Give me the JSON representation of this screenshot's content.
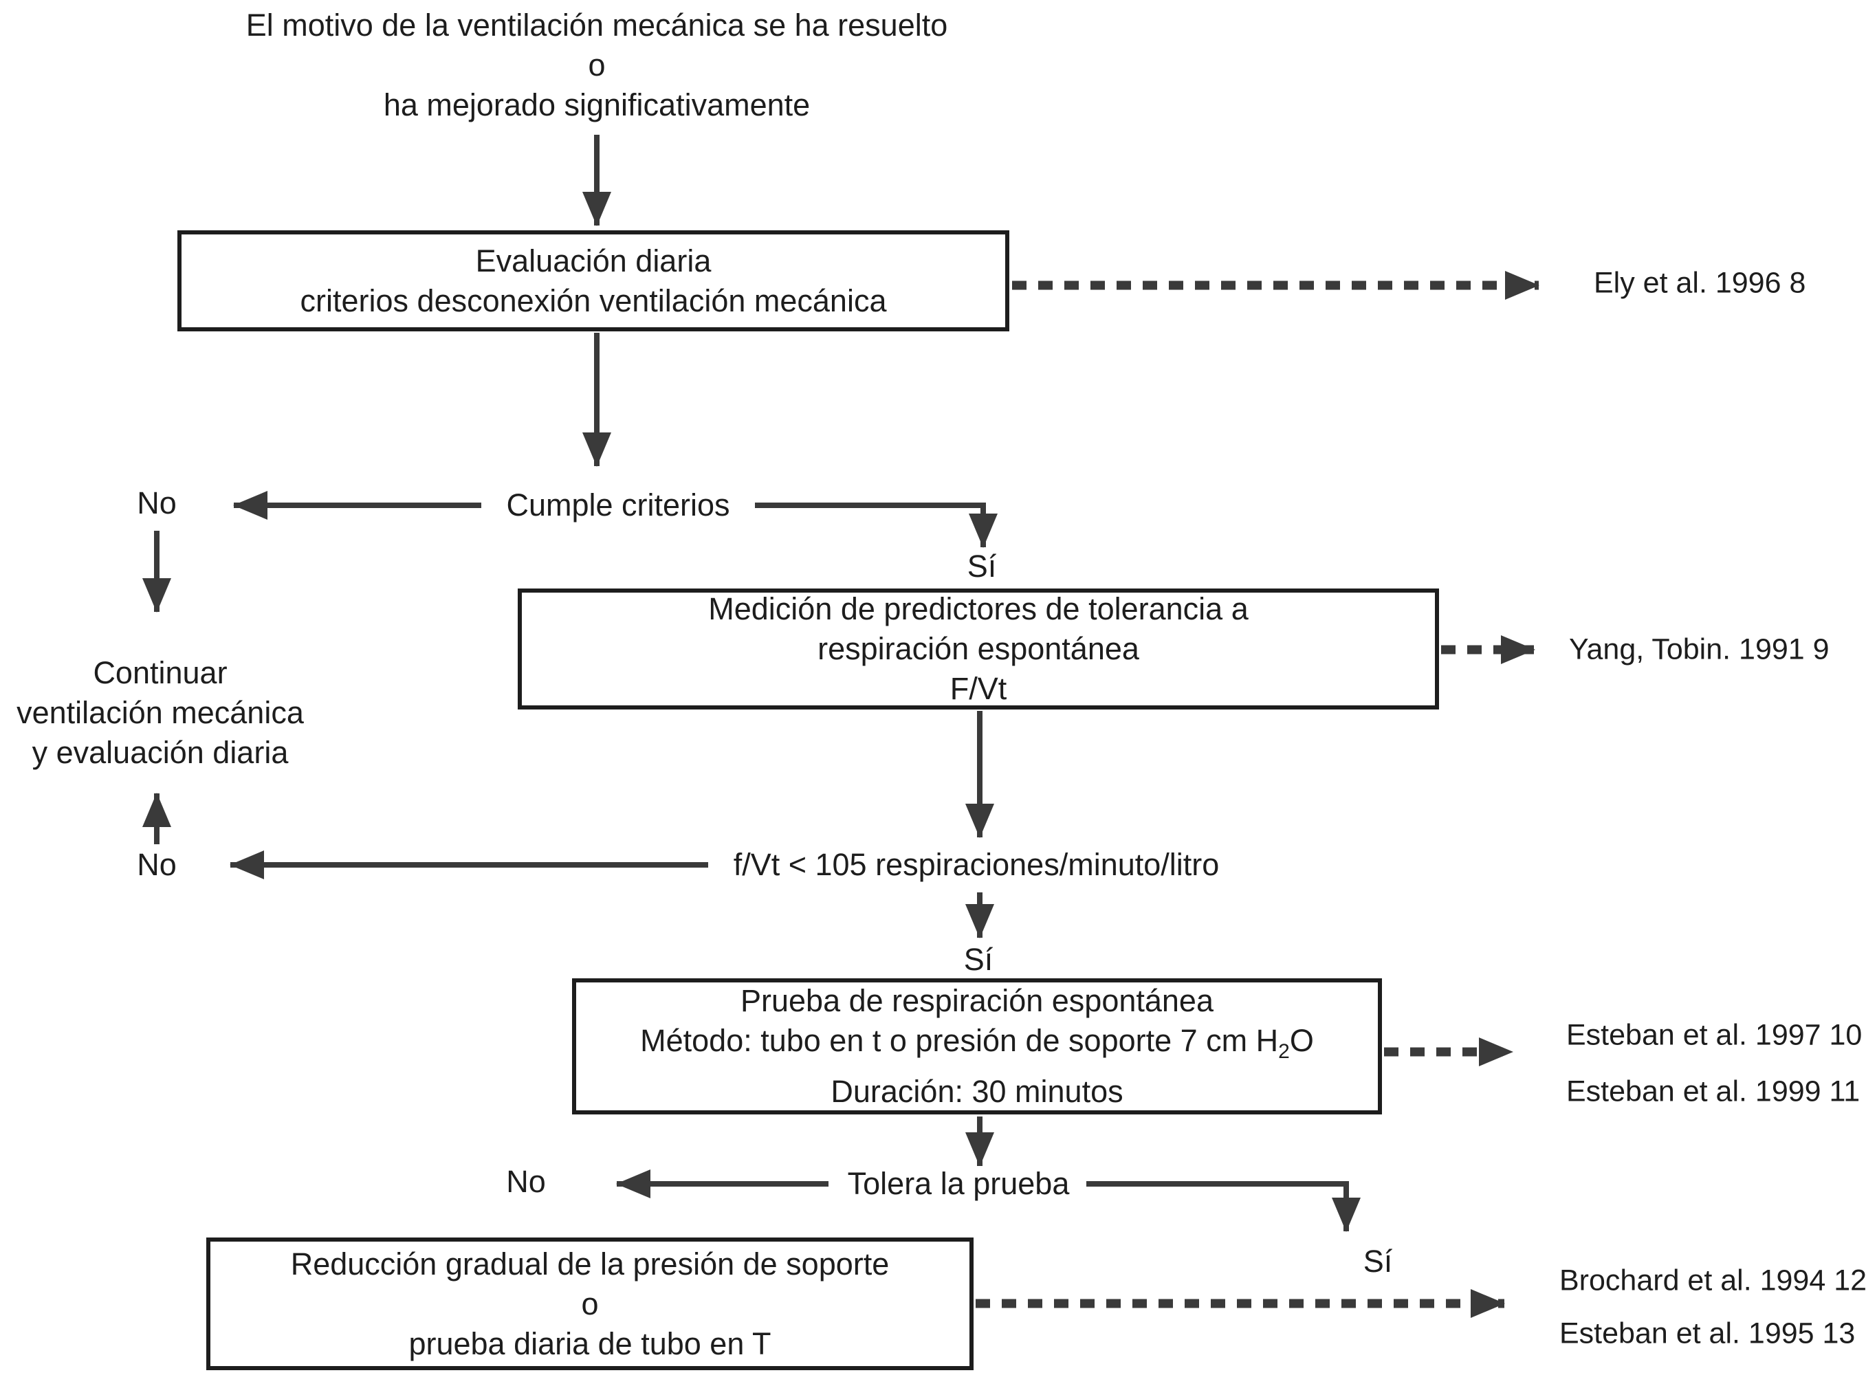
{
  "flow": {
    "start": [
      "El motivo de la ventilación mecánica se ha resuelto",
      "o",
      "ha mejorado significativamente"
    ],
    "box_evaluacion": [
      "Evaluación diaria",
      "criterios desconexión ventilación mecánica"
    ],
    "cumple_criterios": "Cumple criterios",
    "no_1": "No",
    "si_1": "Sí",
    "continuar": [
      "Continuar",
      "ventilación mecánica",
      "y evaluación diaria"
    ],
    "box_medicion": [
      "Medición de predictores de tolerancia a",
      "respiración espontánea",
      "F/Vt"
    ],
    "no_2": "No",
    "fvt_condition": "f/Vt < 105 respiraciones/minuto/litro",
    "si_2": "Sí",
    "box_prueba": {
      "line1": "Prueba de respiración espontánea",
      "line2_pre": "Método: tubo en t o presión de soporte 7 cm H",
      "line2_sub": "2",
      "line2_post": "O",
      "line3": "Duración: 30 minutos"
    },
    "tolera_prueba": "Tolera la prueba",
    "no_3": "No",
    "si_3": "Sí",
    "box_reduccion": [
      "Reducción gradual de la presión de soporte",
      "o",
      "prueba diaria de tubo en T"
    ],
    "references": {
      "ref_ely": "Ely et al. 1996 8",
      "ref_yang": "Yang, Tobin. 1991 9",
      "ref_esteban_1997": "Esteban et al. 1997 10",
      "ref_esteban_1999": "Esteban et al. 1999 11",
      "ref_brochard_1994": "Brochard et al. 1994 12",
      "ref_esteban_1995": "Esteban et al. 1995 13"
    },
    "colors": {
      "ink": "#1d1d1d",
      "line": "#3a3a3a",
      "background": "#ffffff"
    }
  }
}
